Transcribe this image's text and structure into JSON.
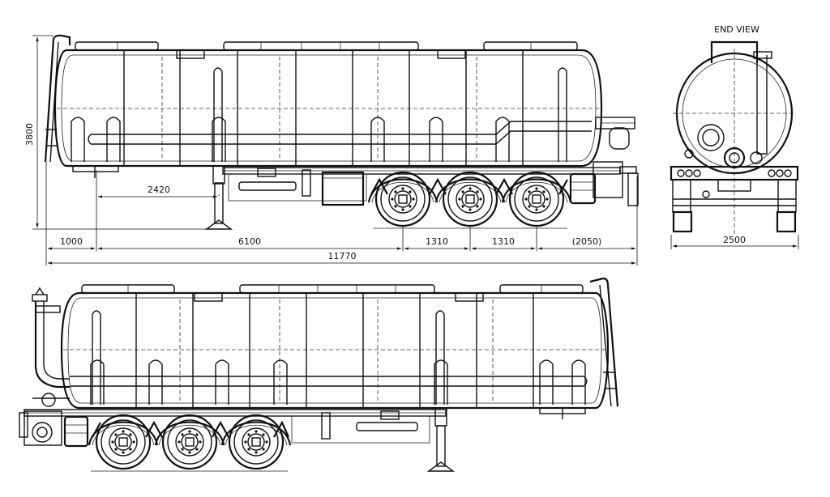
{
  "end_view": {
    "title": "END VIEW"
  },
  "dimensions": {
    "height": "3800",
    "kingpin_offset": "2420",
    "front_overhang": "1000",
    "wheelbase": "6100",
    "axle_spacing_1": "1310",
    "axle_spacing_2": "1310",
    "rear_overhang": "(2050)",
    "overall_length": "11770",
    "overall_width": "2500"
  }
}
